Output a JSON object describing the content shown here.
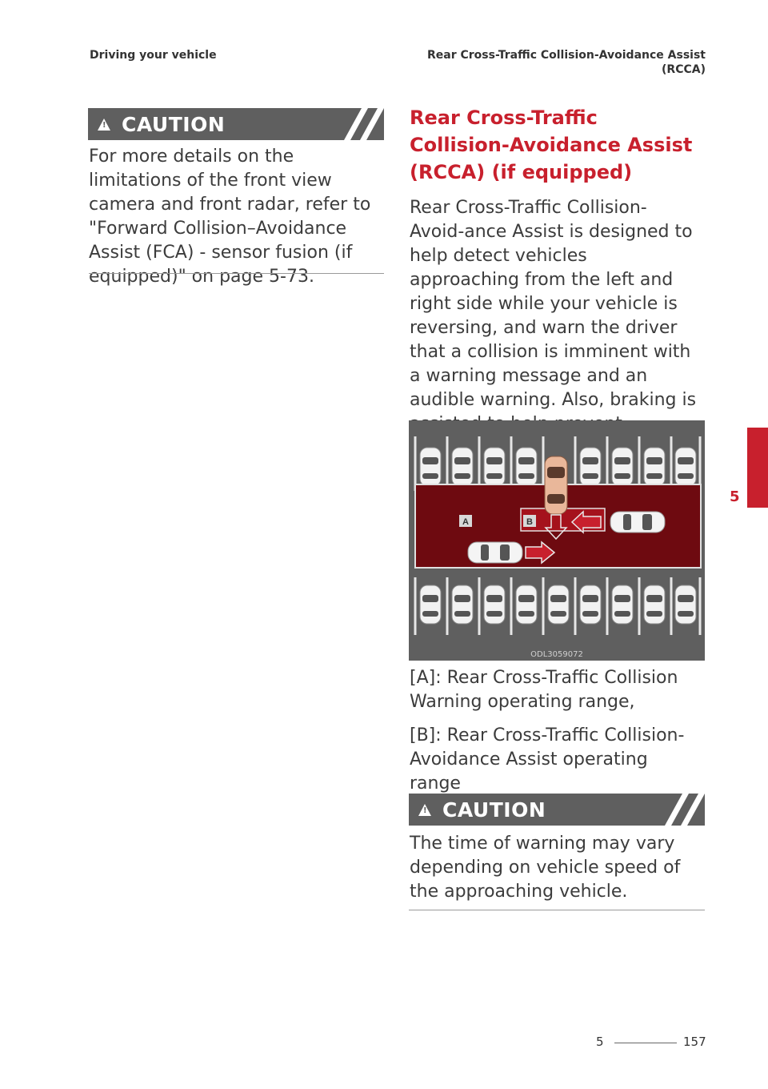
{
  "header": {
    "left": "Driving your vehicle",
    "right_line1": "Rear Cross-Traffic Collision-Avoidance Assist",
    "right_line2": "(RCCA)"
  },
  "left_column": {
    "caution_label": "CAUTION",
    "caution_text": "For more details on the limitations of the front view camera and front radar, refer to \"Forward Collision–Avoidance Assist (FCA) - sensor fusion (if equipped)\" on page 5-73."
  },
  "right_column": {
    "title": "Rear Cross-Traffic Collision-Avoidance Assist (RCCA) (if equipped)",
    "intro": "Rear Cross-Traffic Collision-Avoid-ance Assist is designed to help detect vehicles approaching from the left and right side while your vehicle is reversing, and warn the driver that a collision is imminent with a warning message and an audible warning. Also, braking is assisted to help prevent collision.",
    "figure": {
      "code": "ODL3059072",
      "label_a": "A",
      "label_b": "B"
    },
    "caption_a": "[A]: Rear Cross-Traffic Collision Warning operating range,",
    "caption_b": "[B]: Rear Cross-Traffic Collision-Avoidance Assist operating range",
    "caution_label": "CAUTION",
    "caution_text": "The time of warning may vary depending on vehicle speed of the approaching vehicle."
  },
  "side_tab": {
    "chapter": "5"
  },
  "footer": {
    "chapter": "5",
    "page": "157"
  },
  "colors": {
    "accent_red": "#c8202d",
    "caution_gray": "#5f5f5f"
  }
}
